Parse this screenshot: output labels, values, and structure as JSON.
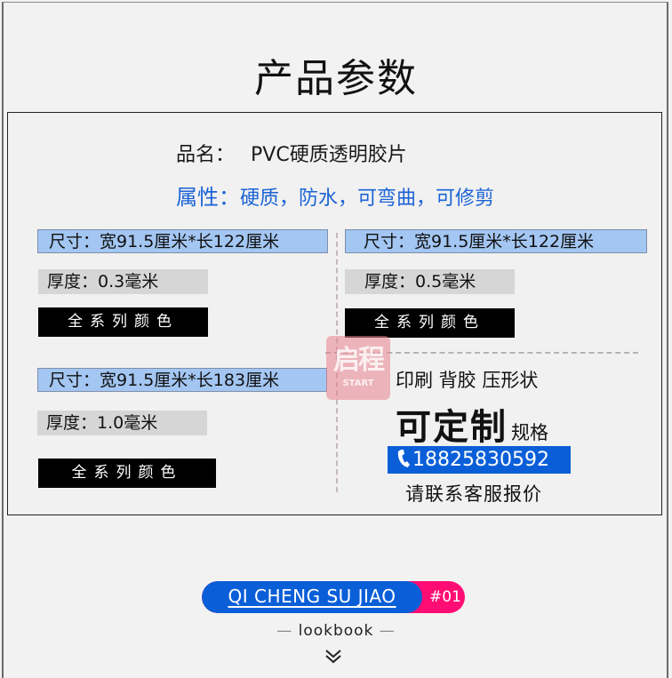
{
  "header": {
    "title": "产品参数"
  },
  "product": {
    "name_label": "品名：",
    "name_value": "PVC硬质透明胶片",
    "attr_label": "属性：",
    "attr_value": "硬质，防水，可弯曲，可修剪"
  },
  "specs": [
    {
      "size": "尺寸：宽91.5厘米*长122厘米",
      "thickness": "厚度：0.3毫米",
      "colors_button": "全系列颜色"
    },
    {
      "size": "尺寸：宽91.5厘米*长122厘米",
      "thickness": "厚度：0.5毫米",
      "colors_button": "全系列颜色"
    },
    {
      "size": "尺寸：宽91.5厘米*长183厘米",
      "thickness": "厚度：1.0毫米",
      "colors_button": "全系列颜色"
    }
  ],
  "custom": {
    "options": "印刷 背胶 压形状",
    "headline": "可定制",
    "headline_suffix": "规格",
    "phone_icon": "phone-icon",
    "phone": "18825830592",
    "contact_note": "请联系客服报价"
  },
  "watermark": {
    "main": "启程",
    "sub": "START"
  },
  "footer": {
    "brand": "QI CHENG SU JIAO",
    "tag": "#01",
    "lookbook": "lookbook",
    "dash": "—",
    "scroll_icon": "double-chevron-down-icon"
  },
  "colors": {
    "blue_accent": "#1c63d6",
    "phone_bg": "#0a5fd8",
    "size_box_bg": "#a3c6f2",
    "thickness_box_bg": "#d6d6d6",
    "tag_pink": "#ff0d74",
    "page_bg": "#f2f2f2"
  }
}
